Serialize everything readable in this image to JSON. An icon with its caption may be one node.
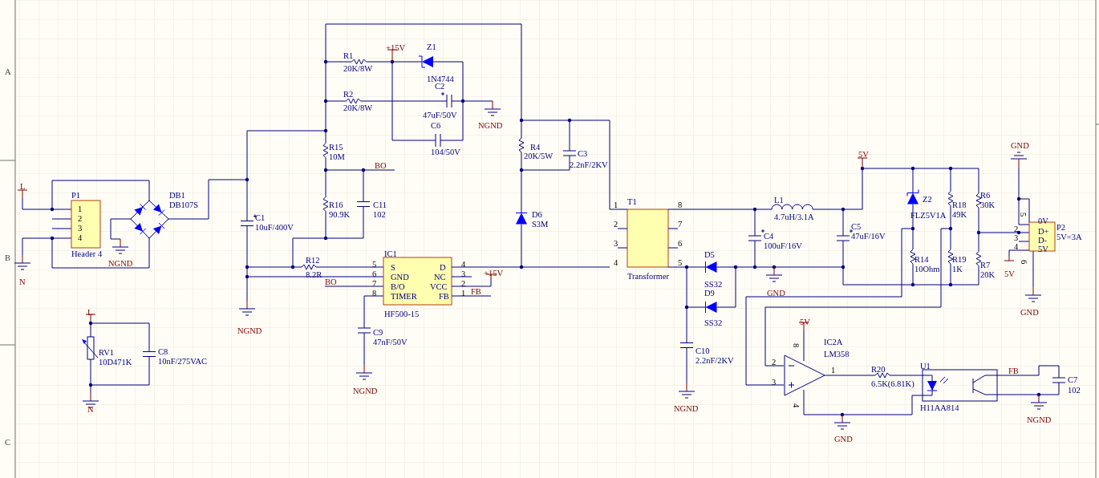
{
  "diagram": {
    "labels": [
      "A",
      "B",
      "C",
      "+15V",
      "Z1",
      "R1",
      "20K/8W",
      "1N4744",
      "C2",
      "R2",
      "20K/8W",
      "47uF/50V",
      "C6",
      "NGND",
      "R15",
      "10M",
      "R4",
      "20K/5W",
      "104/50V",
      "C3",
      "2.2nF/2KV",
      "GND",
      "5V",
      "BO",
      "L",
      "DB1",
      "DB107S",
      "P1",
      "1",
      "2",
      "3",
      "4",
      "Header 4",
      "NGND",
      "N",
      "R16",
      "90.9K",
      "C11",
      "102",
      "C1",
      "10uF/400V",
      "D6",
      "S3M",
      "T1",
      "1",
      "8",
      "2",
      "7",
      "3",
      "6",
      "4",
      "5",
      "Transformer",
      "L1",
      "4.7uH/3.1A",
      "Z2",
      "FLZ5V1A",
      "R18",
      "49K",
      "R6",
      "30K",
      "C5",
      "C4",
      "47uF/16V",
      "100uF/16V",
      "5",
      "0V",
      "2",
      "D+",
      "P2",
      "3",
      "D-",
      "5V=3A",
      "4",
      "5V",
      "6",
      "IC1",
      "5",
      "S",
      "D",
      "4",
      "6",
      "GND",
      "NC",
      "3",
      "7",
      "B/O",
      "VCC",
      "2",
      "8",
      "TIMER",
      "FB",
      "1",
      "R12",
      "8.2R",
      "+15V",
      "BO",
      "FB",
      "HF500-15",
      "R14",
      "10Ohm",
      "R19",
      "1K",
      "R7",
      "20K",
      "5V",
      "D5",
      "SS32",
      "D9",
      "SS32",
      "GND",
      "L",
      "GND",
      "NGND",
      "C9",
      "47nF/50V",
      "5V",
      "IC2A",
      "LM358",
      "8",
      "RV1",
      "10D471K",
      "C8",
      "10nF/275VAC",
      "C10",
      "2.2nF/2KV",
      "2",
      "3",
      "1",
      "R20",
      "6.5K(6.81K)",
      "U1",
      "FB",
      "C7",
      "102",
      "4",
      "NGND",
      "NGND",
      "H11AA814",
      "NGND",
      "N",
      "GND"
    ]
  }
}
